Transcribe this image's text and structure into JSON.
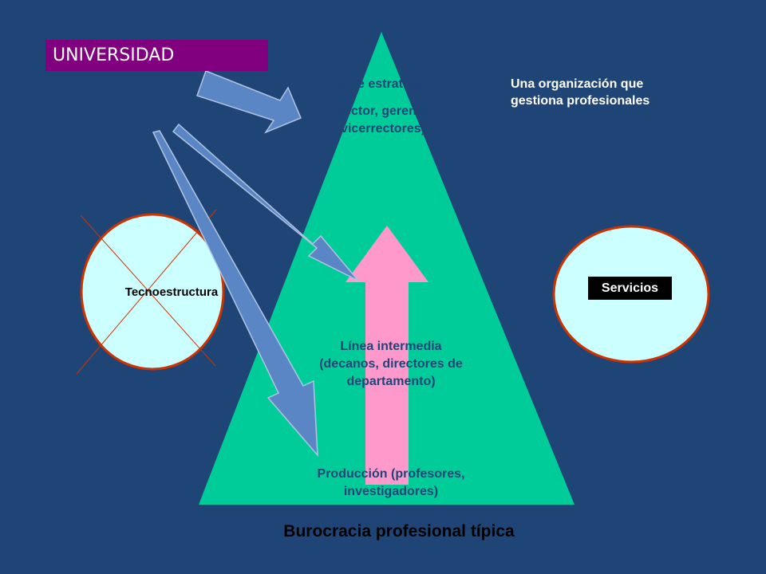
{
  "diagram": {
    "title": "Burocracia profesional típica",
    "org_box_label": "UNIVERSIDAD",
    "apex_title": "Ápice estratégico",
    "apex_members": "(rector, gerente, vicerrectores)",
    "org_description": "Una organización que gestiona profesionales",
    "middle_line": "Línea intermedia (decanos, directores de departamento)",
    "operating_core": "Producción (profesores, investigadores)",
    "technostructure_label": "Tecnoestructura",
    "support_label": "Servicios",
    "colors": {
      "background": "#1f4577",
      "triangle": "#00cc99",
      "circle_fill": "#ccffff",
      "circle_stroke": "#cc3300",
      "pink_arrow": "#ff99cc",
      "blue_arrow": "#5b86c5",
      "univ_box": "#800080"
    }
  }
}
